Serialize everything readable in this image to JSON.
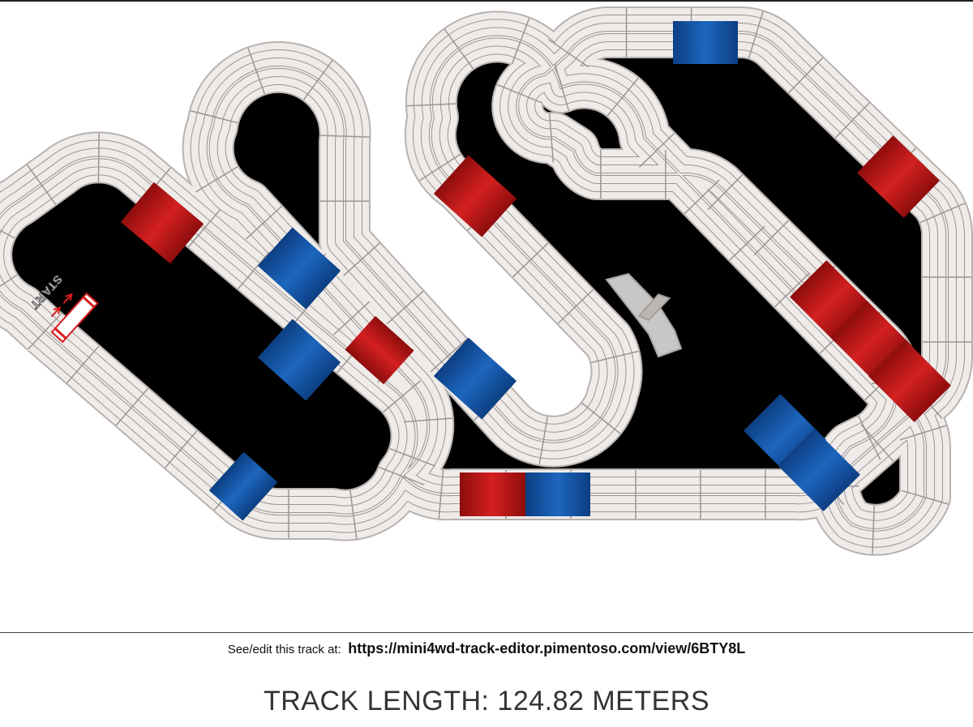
{
  "track": {
    "start_label": "START",
    "colors": {
      "track_surface": "#efebe9",
      "track_lines": "#9a9593",
      "red_piece": "#c41818",
      "blue_piece": "#1558a8",
      "lane_change": "#c9c7c5",
      "start_marker": "#d81c1c"
    }
  },
  "footer": {
    "edit_prefix": "See/edit this track at:",
    "edit_url": "https://mini4wd-track-editor.pimentoso.com/view/6BTY8L",
    "length_text": "TRACK LENGTH: 124.82 METERS"
  }
}
